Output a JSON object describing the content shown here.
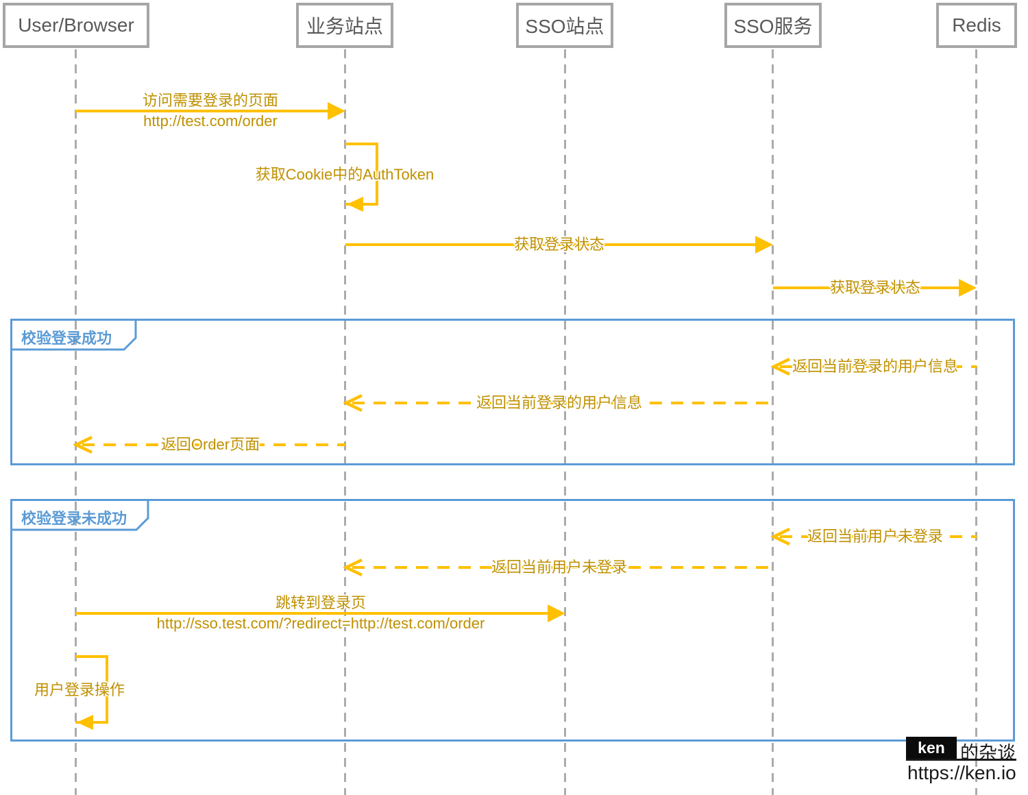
{
  "participants": [
    {
      "label": "User/Browser"
    },
    {
      "label": "业务站点"
    },
    {
      "label": "SSO站点"
    },
    {
      "label": "SSO服务"
    },
    {
      "label": "Redis"
    }
  ],
  "frames": {
    "success": {
      "label": "校验登录成功"
    },
    "fail": {
      "label": "校验登录未成功"
    }
  },
  "messages": {
    "visit": {
      "line1": "访问需要登录的页面",
      "line2": "http://test.com/order"
    },
    "cookie": {
      "label": "获取Cookie中的AuthToken"
    },
    "status1": {
      "label": "获取登录状态"
    },
    "status2": {
      "label": "获取登录状态"
    },
    "userinfo1": {
      "label": "返回当前登录的用户信息"
    },
    "userinfo2": {
      "label": "返回当前登录的用户信息"
    },
    "orderpage": {
      "label": "返回Order页面"
    },
    "notlogin1": {
      "label": "返回当前用户未登录"
    },
    "notlogin2": {
      "label": "返回当前用户未登录"
    },
    "redirect": {
      "line1": "跳转到登录页",
      "line2": "http://sso.test.com/?redirect=http://test.com/order"
    },
    "userlogin": {
      "label": "用户登录操作"
    }
  },
  "footer": {
    "brand": "ken",
    "suffix": "的杂谈",
    "url": "https://ken.io"
  },
  "colors": {
    "arrow": "#FFC000",
    "label": "#BF9000",
    "frame": "#5B9BD5",
    "box_border": "#A6A6A6",
    "box_text": "#595959",
    "lifeline": "#ABABAB"
  }
}
